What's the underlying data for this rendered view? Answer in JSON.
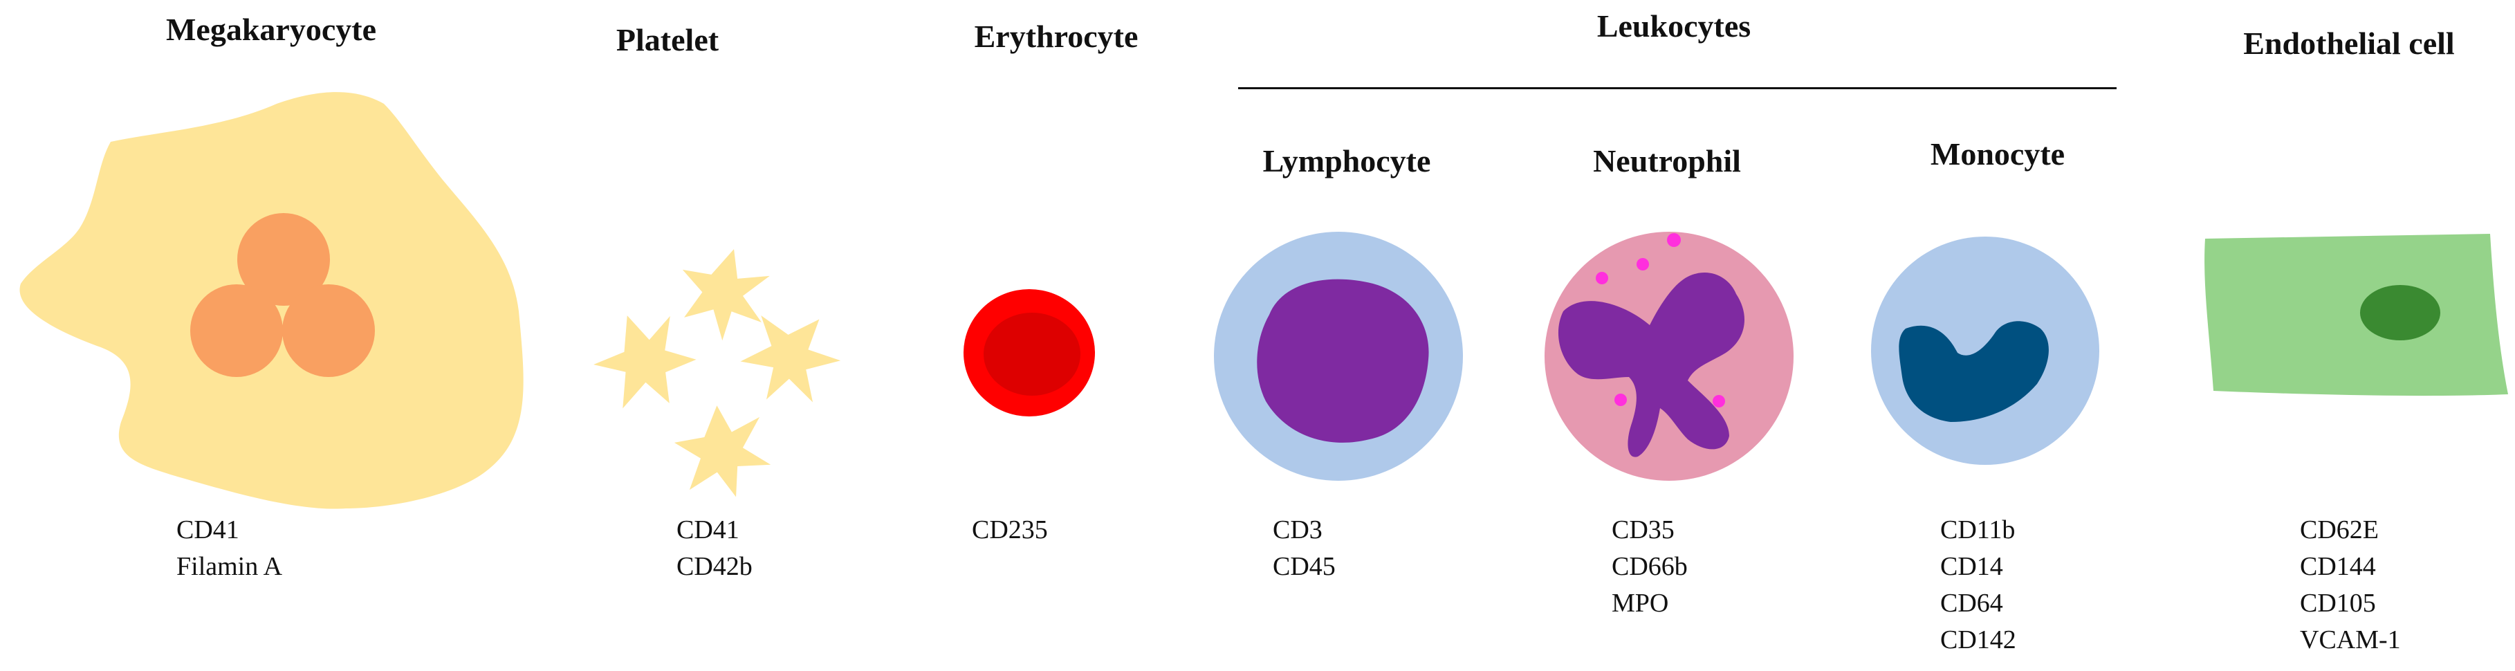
{
  "group": {
    "title": "Leukocytes"
  },
  "cells": [
    {
      "id": "megakaryocyte",
      "title": "Megakaryocyte",
      "markers": [
        "CD41",
        "Filamin A"
      ]
    },
    {
      "id": "platelet",
      "title": "Platelet",
      "markers": [
        "CD41",
        "CD42b"
      ]
    },
    {
      "id": "erythrocyte",
      "title": "Erythrocyte",
      "markers": [
        "CD235"
      ]
    },
    {
      "id": "lymphocyte",
      "title": "Lymphocyte",
      "markers": [
        "CD3",
        "CD45"
      ]
    },
    {
      "id": "neutrophil",
      "title": "Neutrophil",
      "markers": [
        "CD35",
        "CD66b",
        "MPO"
      ]
    },
    {
      "id": "monocyte",
      "title": "Monocyte",
      "markers": [
        "CD11b",
        "CD14",
        "CD64",
        "CD142"
      ]
    },
    {
      "id": "endothelial",
      "title": "Endothelial cell",
      "markers": [
        "CD62E",
        "CD144",
        "CD105",
        "VCAM-1"
      ]
    }
  ],
  "colors": {
    "megakaryocyte_body": "#FEE598",
    "megakaryocyte_nucleus": "#F9A061",
    "platelet": "#FEE598",
    "erythrocyte_outer": "#FF0000",
    "erythrocyte_inner": "#DD0000",
    "lymphocyte_cytoplasm": "#AFC9EA",
    "lymphocyte_nucleus": "#7F2AA1",
    "neutrophil_cytoplasm": "#E699B0",
    "neutrophil_nucleus": "#7F2AA1",
    "neutrophil_granules": "#FF2FDD",
    "monocyte_cytoplasm": "#AFC9EA",
    "monocyte_nucleus": "#005080",
    "endothelial_body": "#95D38A",
    "endothelial_nucleus": "#3A8A31"
  }
}
